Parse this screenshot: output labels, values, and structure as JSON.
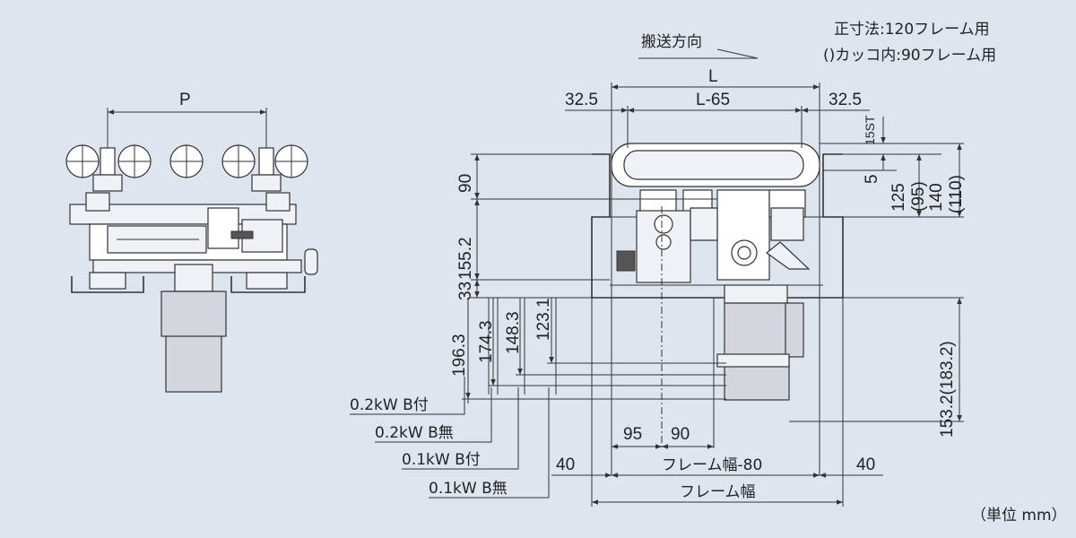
{
  "notes": {
    "standard": "正寸法:120フレーム用",
    "paren": "()カッコ内:90フレーム用",
    "unit": "（単位 mm）"
  },
  "direction_label": "搬送方向",
  "side_view": {
    "pitch": "P"
  },
  "top_dims": {
    "L": "L",
    "left_offset": "32.5",
    "inner": "L-65",
    "right_offset": "32.5"
  },
  "right_dims": {
    "st": "15ST",
    "five": "5",
    "h125": "125",
    "h95": "(95)",
    "h140": "140",
    "h110": "(110)",
    "h153": "153.2(183.2)"
  },
  "left_dims": {
    "d90": "90",
    "d155": "155.2",
    "d33": "33",
    "d196": "196.3",
    "d174": "174.3",
    "d148": "148.3",
    "d123": "123.1"
  },
  "motor_labels": [
    "0.2kW B付",
    "0.2kW B無",
    "0.1kW B付",
    "0.1kW B無"
  ],
  "bottom_dims": {
    "d95": "95",
    "d90": "90",
    "left40": "40",
    "right40": "40",
    "frame_minus": "フレーム幅-80",
    "frame": "フレーム幅"
  }
}
